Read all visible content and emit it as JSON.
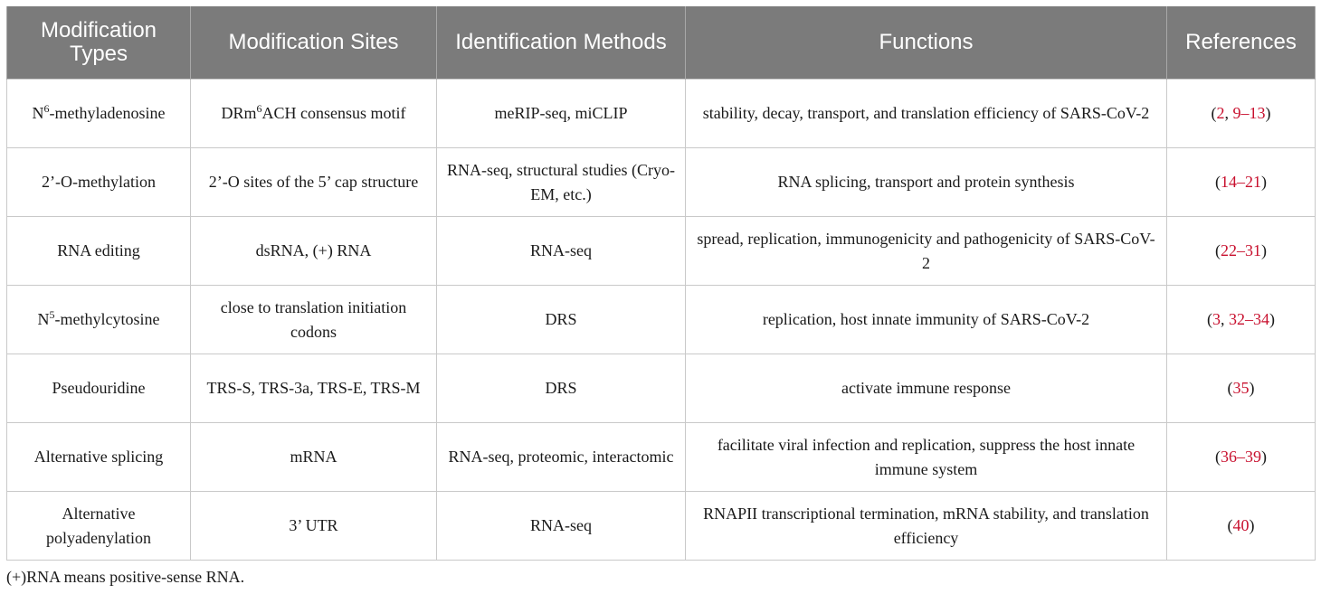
{
  "table": {
    "headers": [
      "Modification Types",
      "Modification Sites",
      "Identification Methods",
      "Functions",
      "References"
    ],
    "rows": [
      {
        "type": {
          "pre": "N",
          "sup": "6",
          "post": "-methyladenosine"
        },
        "sites": {
          "pre": "DRm",
          "sup": "6",
          "post": "ACH consensus motif"
        },
        "methods": "meRIP-seq, miCLIP",
        "functions": "stability, decay, transport, and translation efficiency of SARS-CoV-2",
        "refs": [
          {
            "t": "(",
            "link": false
          },
          {
            "t": "2",
            "link": true
          },
          {
            "t": ", ",
            "link": false
          },
          {
            "t": "9–13",
            "link": true
          },
          {
            "t": ")",
            "link": false
          }
        ]
      },
      {
        "type": {
          "pre": "2’-O-methylation",
          "sup": "",
          "post": ""
        },
        "sites": {
          "pre": "2’-O sites of the 5’ cap structure",
          "sup": "",
          "post": ""
        },
        "methods": "RNA-seq, structural studies (Cryo-EM, etc.)",
        "functions": "RNA splicing, transport and protein synthesis",
        "refs": [
          {
            "t": "(",
            "link": false
          },
          {
            "t": "14–21",
            "link": true
          },
          {
            "t": ")",
            "link": false
          }
        ]
      },
      {
        "type": {
          "pre": "RNA editing",
          "sup": "",
          "post": ""
        },
        "sites": {
          "pre": "dsRNA, (+) RNA",
          "sup": "",
          "post": ""
        },
        "methods": "RNA-seq",
        "functions": "spread, replication, immunogenicity and pathogenicity of SARS-CoV-2",
        "refs": [
          {
            "t": "(",
            "link": false
          },
          {
            "t": "22–31",
            "link": true
          },
          {
            "t": ")",
            "link": false
          }
        ]
      },
      {
        "type": {
          "pre": "N",
          "sup": "5",
          "post": "-methylcytosine"
        },
        "sites": {
          "pre": "close to translation initiation codons",
          "sup": "",
          "post": ""
        },
        "methods": "DRS",
        "functions": "replication, host innate immunity of SARS-CoV-2",
        "refs": [
          {
            "t": "(",
            "link": false
          },
          {
            "t": "3",
            "link": true
          },
          {
            "t": ", ",
            "link": false
          },
          {
            "t": "32–34",
            "link": true
          },
          {
            "t": ")",
            "link": false
          }
        ]
      },
      {
        "type": {
          "pre": "Pseudouridine",
          "sup": "",
          "post": ""
        },
        "sites": {
          "pre": "TRS-S, TRS-3a, TRS-E, TRS-M",
          "sup": "",
          "post": ""
        },
        "methods": "DRS",
        "functions": "activate immune response",
        "refs": [
          {
            "t": "(",
            "link": false
          },
          {
            "t": "35",
            "link": true
          },
          {
            "t": ")",
            "link": false
          }
        ]
      },
      {
        "type": {
          "pre": "Alternative splicing",
          "sup": "",
          "post": ""
        },
        "sites": {
          "pre": "mRNA",
          "sup": "",
          "post": ""
        },
        "methods": "RNA-seq, proteomic, interactomic",
        "functions": "facilitate viral infection and replication, suppress the host innate immune system",
        "refs": [
          {
            "t": "(",
            "link": false
          },
          {
            "t": "36–39",
            "link": true
          },
          {
            "t": ")",
            "link": false
          }
        ]
      },
      {
        "type": {
          "pre": "Alternative polyadenylation",
          "sup": "",
          "post": ""
        },
        "sites": {
          "pre": "3’ UTR",
          "sup": "",
          "post": ""
        },
        "methods": "RNA-seq",
        "functions": "RNAPII transcriptional termination, mRNA stability, and translation efficiency",
        "refs": [
          {
            "t": "(",
            "link": false
          },
          {
            "t": "40",
            "link": true
          },
          {
            "t": ")",
            "link": false
          }
        ]
      }
    ]
  },
  "footnote": "(+)RNA means positive-sense RNA.",
  "colors": {
    "header_bg": "#7b7b7b",
    "header_text": "#ffffff",
    "reference_link": "#c8102e",
    "grid": "#c9c9c9"
  }
}
